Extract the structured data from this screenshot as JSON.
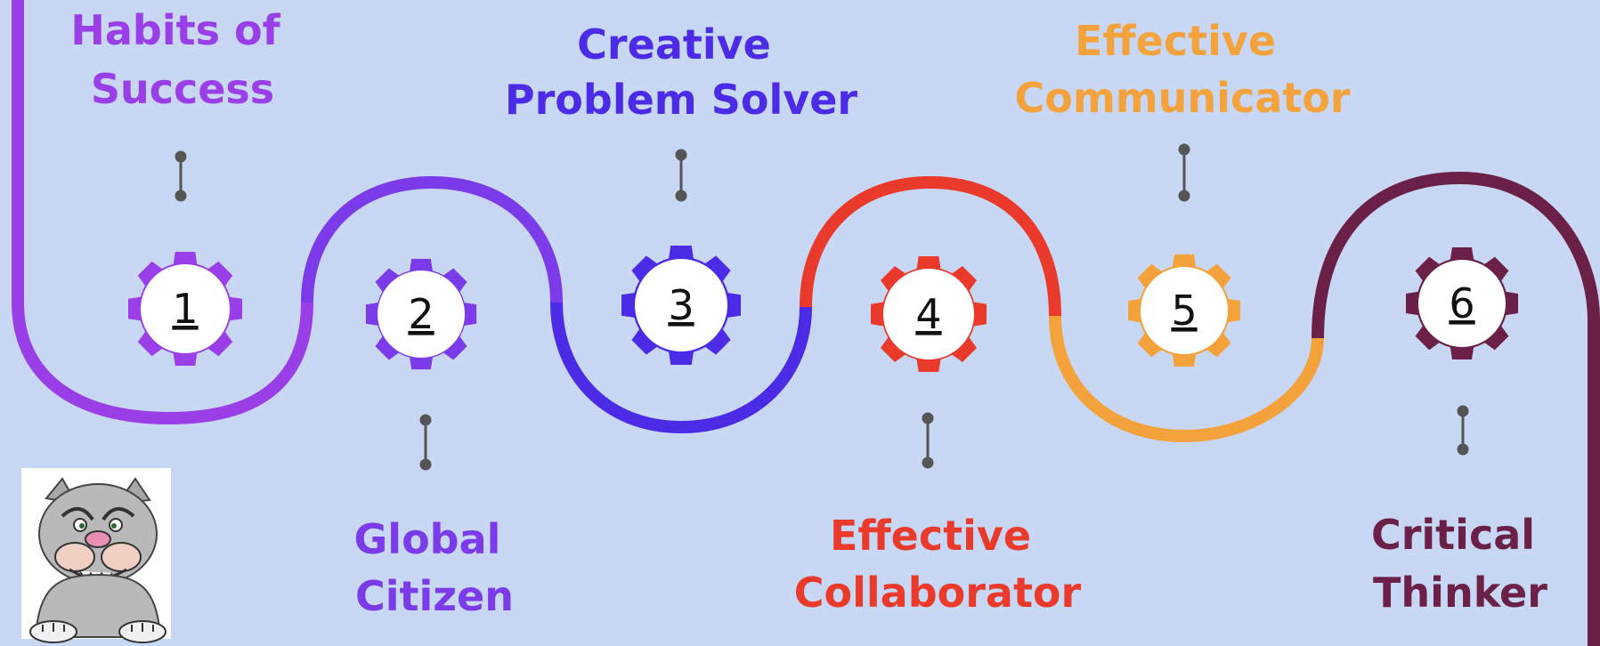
{
  "diagram": {
    "background": "#c8d7f3",
    "connector_color": "#555555",
    "steps": [
      {
        "number": "1",
        "title_lines": [
          "Habits of",
          "Success"
        ],
        "color": "#9a3ee8",
        "icon": "gear-icon"
      },
      {
        "number": "2",
        "title_lines": [
          "Global",
          "Citizen"
        ],
        "color": "#7b3be8",
        "icon": "gear-icon"
      },
      {
        "number": "3",
        "title_lines": [
          "Creative",
          "Problem Solver"
        ],
        "color": "#4c2be6",
        "icon": "gear-icon"
      },
      {
        "number": "4",
        "title_lines": [
          "Effective",
          "Collaborator"
        ],
        "color": "#ea3a2c",
        "icon": "gear-icon"
      },
      {
        "number": "5",
        "title_lines": [
          "Effective",
          "Communicator"
        ],
        "color": "#f3a23c",
        "icon": "gear-icon"
      },
      {
        "number": "6",
        "title_lines": [
          "Critical",
          "Thinker"
        ],
        "color": "#6b2147",
        "icon": "gear-icon"
      }
    ],
    "mascot": {
      "icon": "bulldog-mascot-icon"
    }
  }
}
